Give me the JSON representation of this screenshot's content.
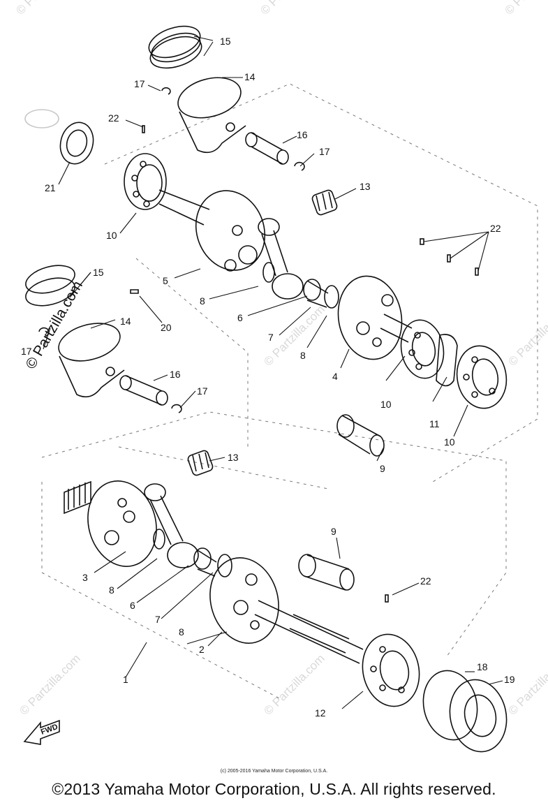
{
  "watermark": "© Partzilla.com",
  "callouts": {
    "c15a": "15",
    "c14a": "14",
    "c17a": "17",
    "c22a": "22",
    "c16a": "16",
    "c17b": "17",
    "c21": "21",
    "c13a": "13",
    "c10a": "10",
    "c5": "5",
    "c22b": "22",
    "c15b": "15",
    "c8a": "8",
    "c6a": "6",
    "c20": "20",
    "c14b": "14",
    "c7a": "7",
    "c8b": "8",
    "c4": "4",
    "c17c": "17",
    "c16b": "16",
    "c17d": "17",
    "c10b": "10",
    "c11": "11",
    "c10c": "10",
    "c13b": "13",
    "c9a": "9",
    "c9b": "9",
    "c3": "3",
    "c8c": "8",
    "c6b": "6",
    "c22c": "22",
    "c7b": "7",
    "c8d": "8",
    "c2": "2",
    "c1": "1",
    "c18": "18",
    "c19": "19",
    "c12": "12"
  },
  "fwd_label": "FWD",
  "copyright_small": "(c) 2005-2016 Yamaha Motor Corporation, U.S.A.",
  "copyright_main": "©2013 Yamaha Motor Corporation, U.S.A. All rights reserved."
}
